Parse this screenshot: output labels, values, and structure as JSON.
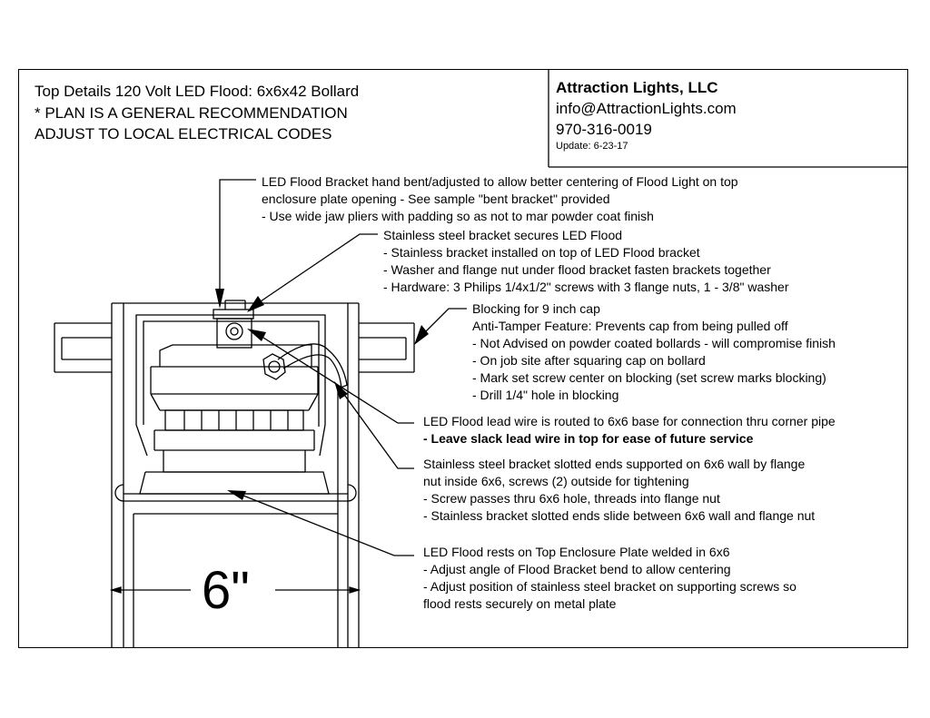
{
  "title": {
    "line1": "Top Details 120 Volt LED Flood:  6x6x42 Bollard",
    "line2": "* PLAN IS A GENERAL RECOMMENDATION",
    "line3": "ADJUST TO LOCAL ELECTRICAL CODES"
  },
  "company": {
    "name": "Attraction Lights, LLC",
    "email": "info@AttractionLights.com",
    "phone": "970-316-0019",
    "update": "Update:  6-23-17"
  },
  "notes": {
    "bracket": [
      "LED Flood Bracket hand bent/adjusted to allow better centering of Flood Light on top",
      "enclosure plate opening - See sample \"bent bracket\" provided",
      "- Use wide jaw pliers with padding so as not to mar powder coat finish"
    ],
    "stainless": [
      "Stainless steel bracket secures LED Flood",
      "- Stainless bracket installed on top of LED Flood bracket",
      "- Washer and flange nut under flood bracket fasten brackets together",
      "- Hardware:  3 Philips 1/4x1/2\" screws with 3 flange nuts, 1 - 3/8\" washer"
    ],
    "blocking": [
      "Blocking for 9 inch cap",
      "Anti-Tamper Feature:  Prevents cap from being pulled off",
      "- Not Advised on powder coated bollards - will compromise finish",
      "- On job site after squaring cap on bollard",
      "- Mark set screw center on blocking (set screw marks blocking)",
      "- Drill 1/4\" hole in blocking"
    ],
    "lead_wire": {
      "line1": "LED Flood lead wire is routed to 6x6 base for connection thru corner pipe",
      "line2": "- Leave slack lead wire in top for ease of future service"
    },
    "slotted": [
      "Stainless steel bracket slotted ends supported on 6x6 wall by flange",
      "nut inside 6x6, screws (2) outside for tightening",
      "- Screw passes thru 6x6 hole, threads into flange nut",
      "- Stainless bracket slotted ends slide between 6x6 wall and flange nut"
    ],
    "rests": [
      "LED Flood rests on Top Enclosure Plate welded in 6x6",
      "- Adjust angle of Flood Bracket bend to allow centering",
      "- Adjust position of stainless steel bracket on supporting screws so",
      "flood rests securely on metal plate"
    ]
  },
  "dimension": "6\""
}
